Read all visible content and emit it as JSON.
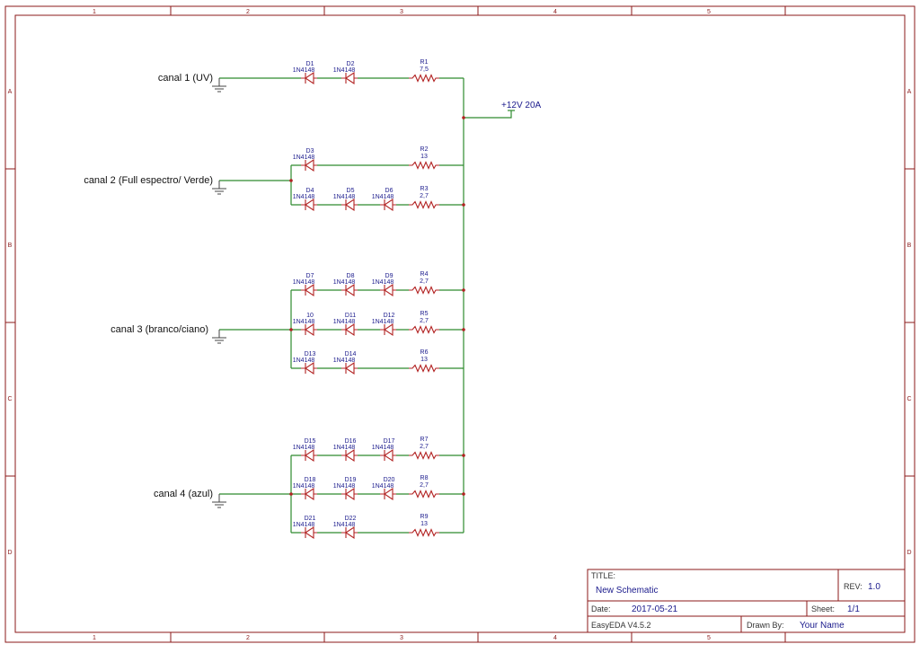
{
  "frame": {
    "columns": [
      "1",
      "2",
      "3",
      "4",
      "5"
    ],
    "rows": [
      "A",
      "B",
      "C",
      "D"
    ]
  },
  "channels": {
    "ch1": "canal 1 (UV)",
    "ch2": "canal 2 (Full espectro/ Verde)",
    "ch3": "canal 3 (branco/ciano)",
    "ch4": "canal 4 (azul)"
  },
  "power_label": "+12V 20A",
  "diodes": {
    "d1": {
      "ref": "D1",
      "value": "1N4148"
    },
    "d2": {
      "ref": "D2",
      "value": "1N4148"
    },
    "d3": {
      "ref": "D3",
      "value": "1N4148"
    },
    "d4": {
      "ref": "D4",
      "value": "1N4148"
    },
    "d5": {
      "ref": "D5",
      "value": "1N4148"
    },
    "d6": {
      "ref": "D6",
      "value": "1N4148"
    },
    "d7": {
      "ref": "D7",
      "value": "1N4148"
    },
    "d8": {
      "ref": "D8",
      "value": "1N4148"
    },
    "d9": {
      "ref": "D9",
      "value": "1N4148"
    },
    "d10": {
      "ref": "10",
      "value": "1N4148"
    },
    "d11": {
      "ref": "D11",
      "value": "1N4148"
    },
    "d12": {
      "ref": "D12",
      "value": "1N4148"
    },
    "d13": {
      "ref": "D13",
      "value": "1N4148"
    },
    "d14": {
      "ref": "D14",
      "value": "1N4148"
    },
    "d15": {
      "ref": "D15",
      "value": "1N4148"
    },
    "d16": {
      "ref": "D16",
      "value": "1N4148"
    },
    "d17": {
      "ref": "D17",
      "value": "1N4148"
    },
    "d18": {
      "ref": "D18",
      "value": "1N4148"
    },
    "d19": {
      "ref": "D19",
      "value": "1N4148"
    },
    "d20": {
      "ref": "D20",
      "value": "1N4148"
    },
    "d21": {
      "ref": "D21",
      "value": "1N4148"
    },
    "d22": {
      "ref": "D22",
      "value": "1N4148"
    }
  },
  "resistors": {
    "r1": {
      "ref": "R1",
      "value": "7,5"
    },
    "r2": {
      "ref": "R2",
      "value": "13"
    },
    "r3": {
      "ref": "R3",
      "value": "2,7"
    },
    "r4": {
      "ref": "R4",
      "value": "2,7"
    },
    "r5": {
      "ref": "R5",
      "value": "2,7"
    },
    "r6": {
      "ref": "R6",
      "value": "13"
    },
    "r7": {
      "ref": "R7",
      "value": "2,7"
    },
    "r8": {
      "ref": "R8",
      "value": "2,7"
    },
    "r9": {
      "ref": "R9",
      "value": "13"
    }
  },
  "title_block": {
    "title_label": "TITLE:",
    "title": "New Schematic",
    "rev_label": "REV:",
    "rev": "1.0",
    "date_label": "Date:",
    "date": "2017-05-21",
    "sheet_label": "Sheet:",
    "sheet": "1/1",
    "software": "EasyEDA V4.5.2",
    "drawn_label": "Drawn By:",
    "drawn": "Your Name"
  }
}
